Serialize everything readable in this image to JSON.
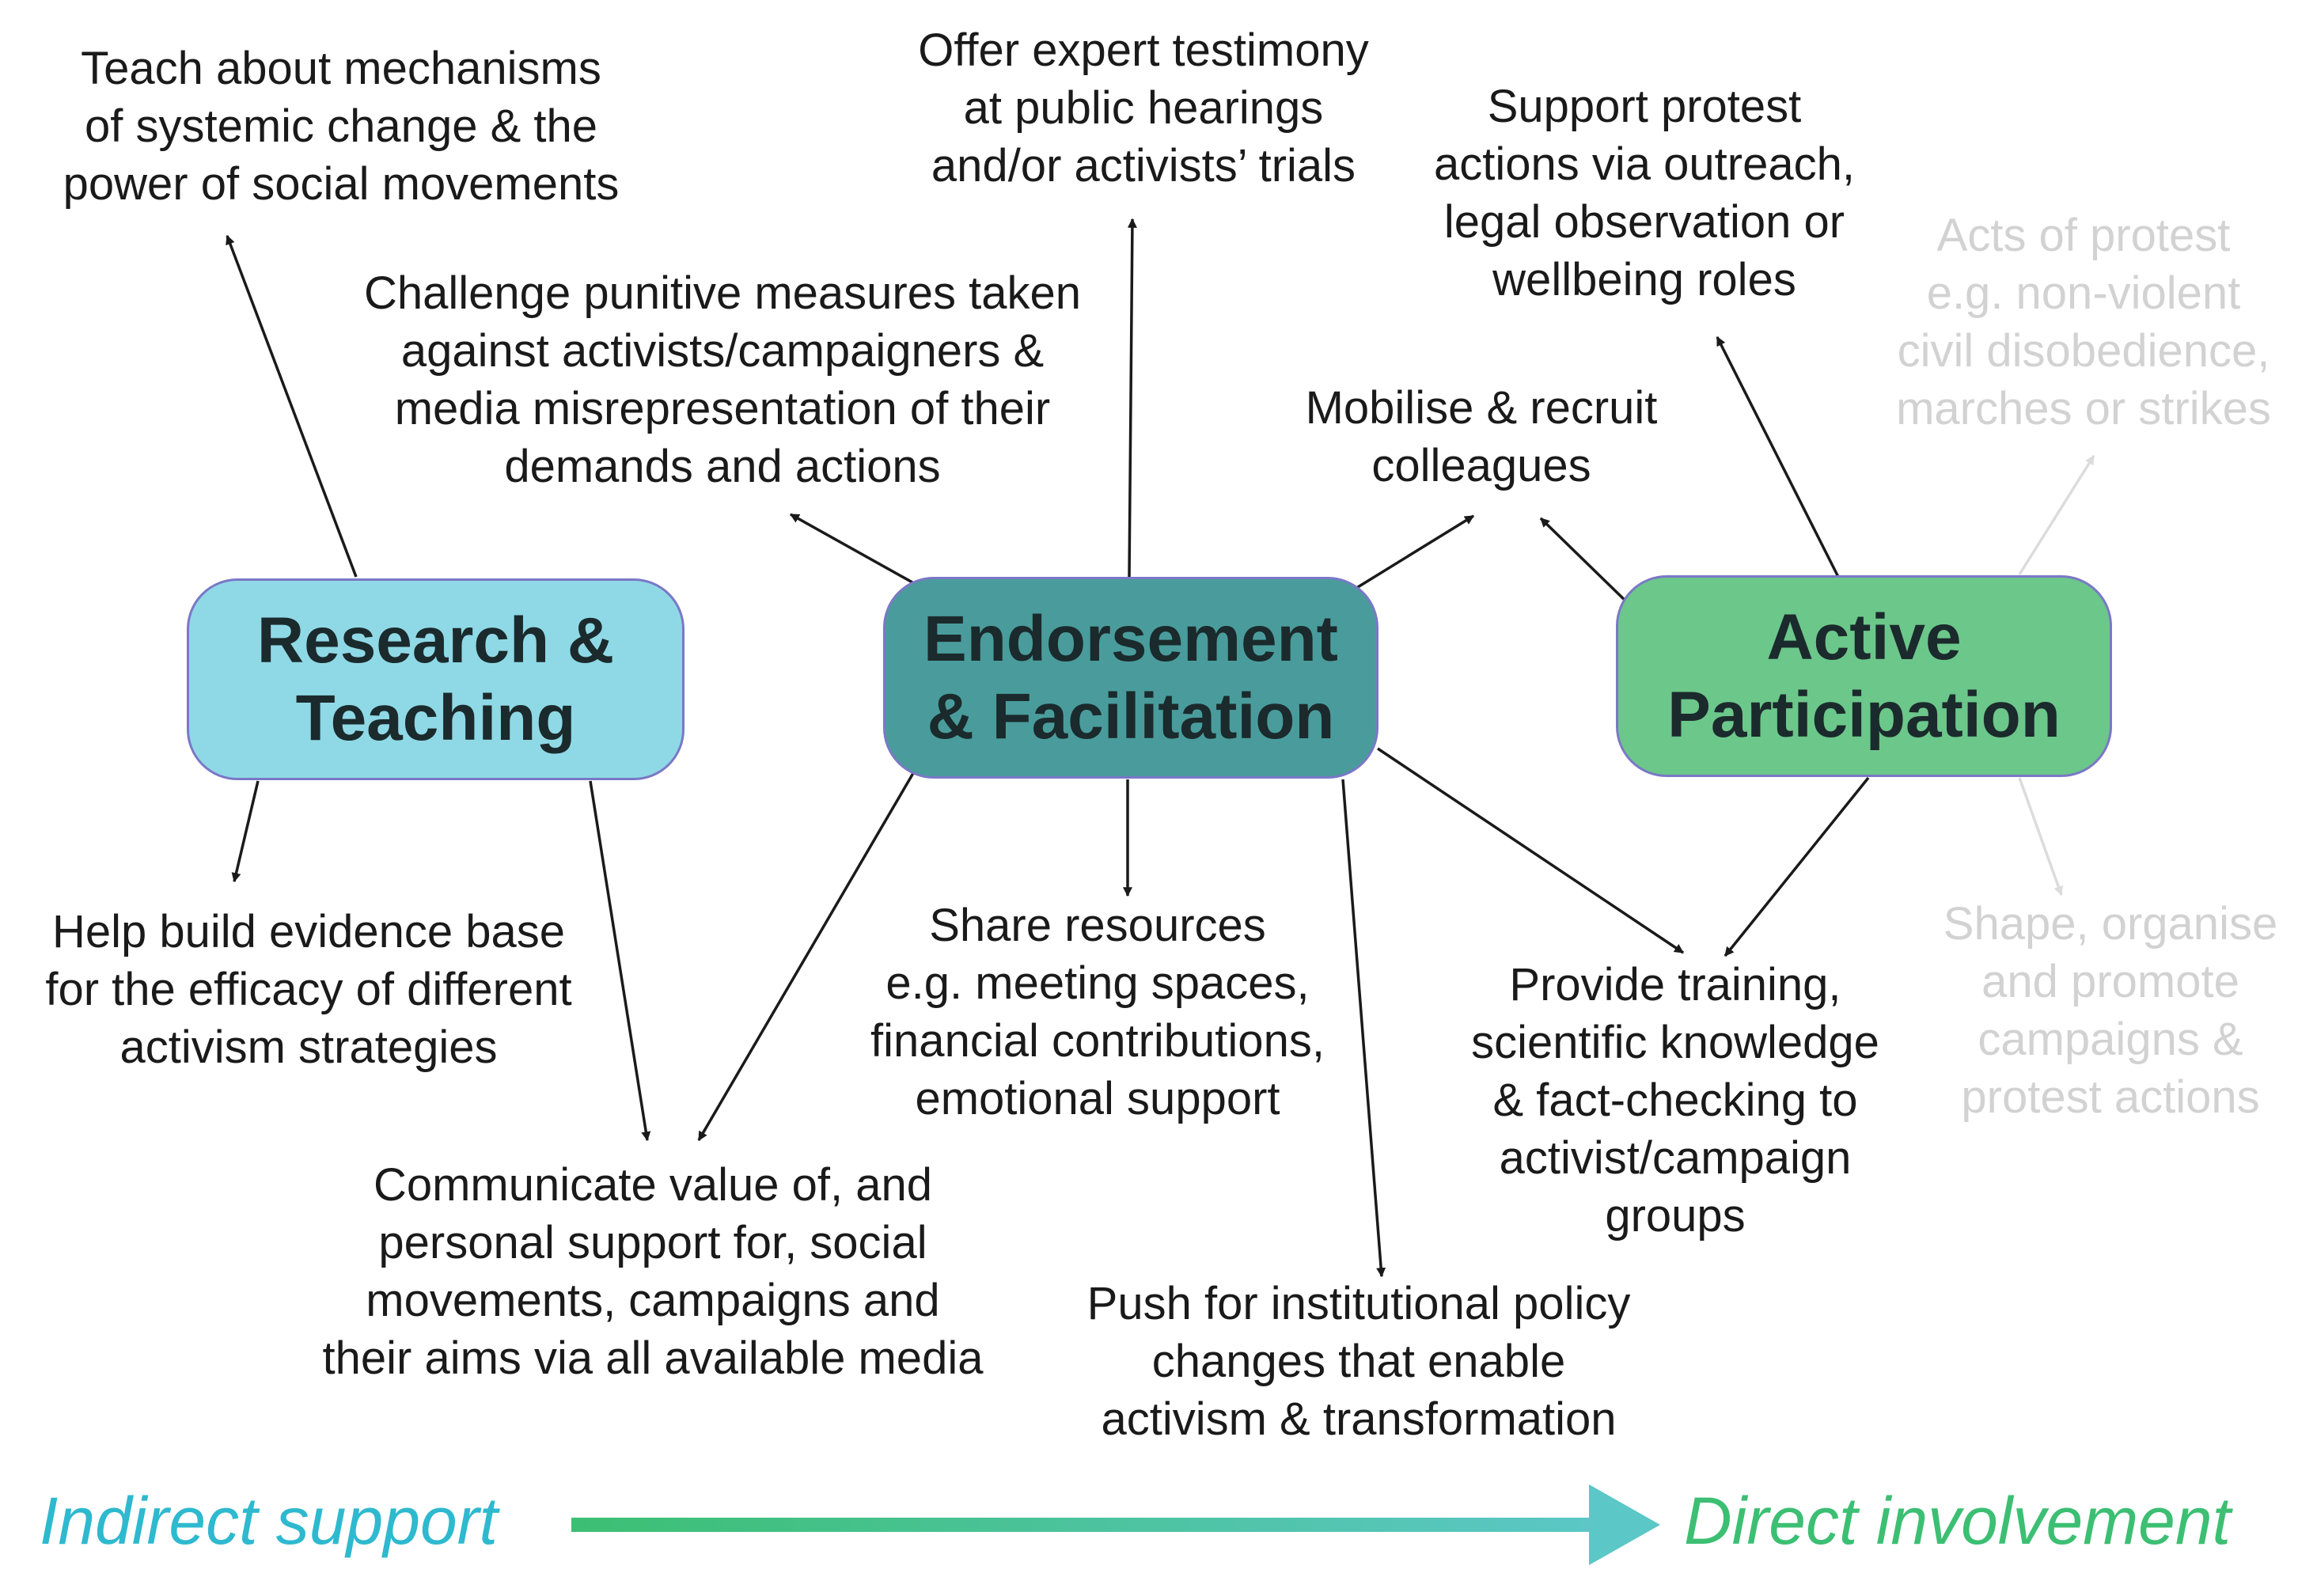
{
  "nodes": {
    "research": {
      "lines": [
        "Research &",
        "Teaching"
      ],
      "color": "#8fd9e6"
    },
    "endorsement": {
      "lines": [
        "Endorsement",
        "& Facilitation"
      ],
      "color": "#4a9c9c"
    },
    "active": {
      "lines": [
        "Active",
        "Participation"
      ],
      "color": "#6cc78a"
    }
  },
  "labels": {
    "teach": [
      "Teach about mechanisms",
      "of systemic change & the",
      "power of social movements"
    ],
    "challenge": [
      "Challenge punitive measures taken",
      "against activists/campaigners &",
      "media misrepresentation of their",
      "demands and actions"
    ],
    "testimony": [
      "Offer expert testimony",
      "at public hearings",
      "and/or activists’ trials"
    ],
    "support_protest": [
      "Support protest",
      "actions via outreach,",
      "legal observation or",
      "wellbeing roles"
    ],
    "mobilise": [
      "Mobilise & recruit",
      "colleagues"
    ],
    "acts_of_protest": [
      "Acts of protest",
      "e.g. non-violent",
      "civil disobedience,",
      "marches or strikes"
    ],
    "evidence": [
      "Help build evidence base",
      "for the efficacy of different",
      "activism strategies"
    ],
    "share": [
      "Share resources",
      "e.g. meeting spaces,",
      "financial contributions,",
      "emotional support"
    ],
    "training": [
      "Provide training,",
      "scientific knowledge",
      "& fact-checking to",
      "activist/campaign",
      "groups"
    ],
    "shape": [
      "Shape, organise",
      "and promote",
      "campaigns &",
      "protest actions"
    ],
    "communicate": [
      "Communicate value of, and",
      "personal support for, social",
      "movements, campaigns and",
      "their aims via all available media"
    ],
    "push": [
      "Push for institutional policy",
      "changes that enable",
      "activism & transformation"
    ]
  },
  "scale": {
    "left_label": "Indirect support",
    "right_label": "Direct involvement",
    "left_color": "#2eb9cf",
    "right_color": "#3cbf73",
    "arrow_start_color": "#3cbf73",
    "arrow_end_color": "#5cc7c7"
  },
  "colors": {
    "arrow": "#1a1a1a",
    "faded_arrow": "#dcdcdc"
  }
}
